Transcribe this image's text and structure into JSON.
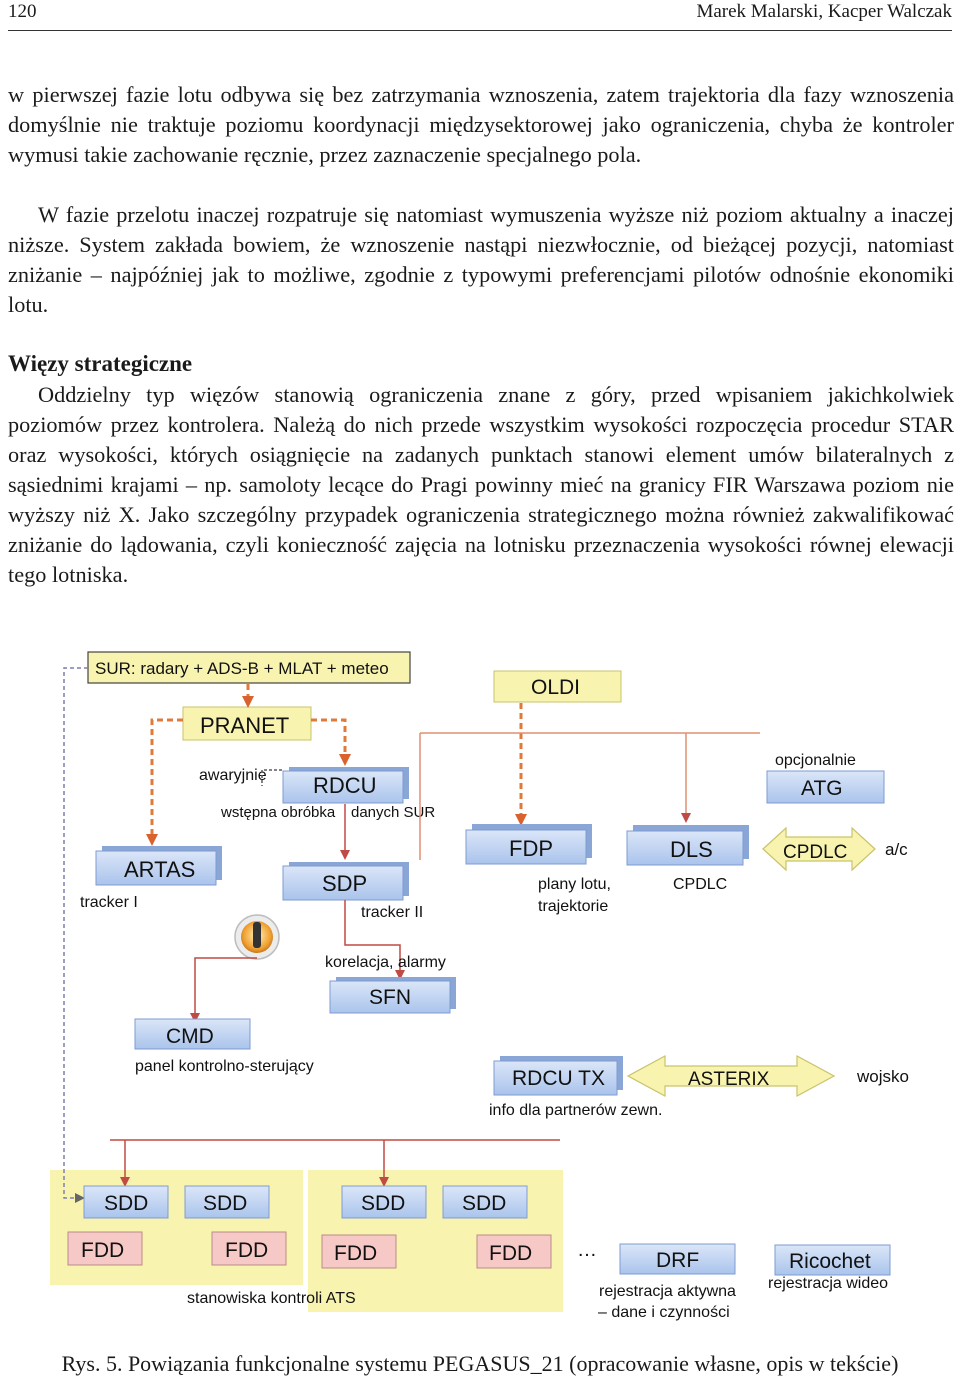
{
  "header": {
    "page_number": "120",
    "authors": "Marek Malarski, Kacper Walczak"
  },
  "paragraphs": [
    "w pierwszej fazie lotu odbywa się bez zatrzymania wznoszenia, zatem trajektoria dla fazy wznoszenia domyślnie nie traktuje poziomu koordynacji międzysektorowej jako ograniczenia, chyba że kontroler wymusi takie zachowanie ręcznie, przez zaznaczenie specjalnego pola.",
    "W fazie przelotu inaczej rozpatruje się natomiast wymuszenia wyższe niż poziom aktualny a inaczej niższe. System zakłada bowiem, że wznoszenie nastąpi niezwłocznie, od bieżącej pozycji, natomiast zniżanie – najpóźniej jak to możliwe, zgodnie z typowymi preferencjami pilotów odnośnie ekonomiki lotu."
  ],
  "section_heading": "Więzy strategiczne",
  "section_paragraph": "Oddzielny typ więzów stanowią ograniczenia znane z góry, przed wpisaniem jakichkolwiek poziomów przez kontrolera. Należą do nich przede wszystkim wysokości rozpoczęcia procedur STAR oraz wysokości, których osiągnięcie na zadanych punktach stanowi element umów bilateralnych z sąsiednimi krajami – np. samoloty lecące do Pragi powinny mieć na granicy FIR Warszawa poziom nie wyższy niż X. Jako szczególny przypadek ograniczenia strategicznego można również zakwalifikować zniżanie do lądowania, czyli konieczność zajęcia na lotnisku przeznaczenia wysokości równej elewacji tego lotniska.",
  "diagram": {
    "sur": "SUR: radary + ADS-B + MLAT + meteo",
    "pranet": "PRANET",
    "oldi": "OLDI",
    "awaryjnie": "awaryjnie",
    "rdcu": "RDCU",
    "wstepna": "wstępna obróbka",
    "danych_sur": "danych SUR",
    "opcjonalnie": "opcjonalnie",
    "atg": "ATG",
    "artas": "ARTAS",
    "tracker1": "tracker I",
    "sdp": "SDP",
    "tracker2": "tracker II",
    "fdp": "FDP",
    "plany_lotu": "plany lotu,",
    "trajektorie": "trajektorie",
    "dls": "DLS",
    "cpdlc_label": "CPDLC",
    "cpdlc_arrow": "CPDLC",
    "ac": "a/c",
    "korelacja": "korelacja, alarmy",
    "sfn": "SFN",
    "cmd": "CMD",
    "panel": "panel kontrolno-sterujący",
    "rdcu_tx": "RDCU TX",
    "info": "info dla partnerów zewn.",
    "asterix": "ASTERIX",
    "wojsko": "wojsko",
    "sdd": "SDD",
    "fdd": "FDD",
    "ellipsis": "…",
    "drf": "DRF",
    "rej_aktywna": "rejestracja aktywna",
    "dane": "– dane i czynności",
    "ricochet": "Ricochet",
    "rej_wideo": "rejestracja wideo",
    "stanowiska": "stanowiska kontroli ATS"
  },
  "colors": {
    "box_fill": "#b9cff0",
    "box_shadow": "#6f8fc4",
    "yellow_fill": "#f8f4b0",
    "yellow_border": "#c9c36a",
    "pink_fill": "#f6c9c6",
    "solid_arrow": "#c04a44",
    "dashed_arrow": "#e07a3a",
    "gray_line": "#5a5a5a"
  },
  "caption": "Rys. 5. Powiązania funkcjonalne systemu PEGASUS_21 (opracowanie własne, opis w tekście)"
}
